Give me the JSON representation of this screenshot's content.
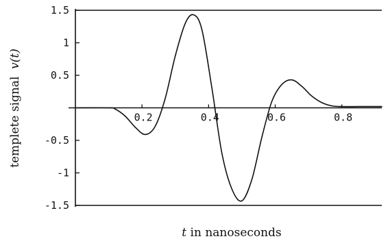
{
  "chart_data": {
    "type": "line",
    "title": "",
    "xlabel_prefix": "t",
    "xlabel_suffix": " in nanoseconds",
    "ylabel_prefix": "templete signal  ",
    "ylabel_math": "v(t)",
    "xlim": [
      0.0,
      0.92
    ],
    "ylim": [
      -1.5,
      1.5
    ],
    "xticks": [
      {
        "value": 0.2,
        "label": "0.2"
      },
      {
        "value": 0.4,
        "label": "0.4"
      },
      {
        "value": 0.6,
        "label": "0.6"
      },
      {
        "value": 0.8,
        "label": "0.8"
      }
    ],
    "yticks": [
      {
        "value": 1.5,
        "label": "1.5"
      },
      {
        "value": 1.0,
        "label": "1"
      },
      {
        "value": 0.5,
        "label": "0.5"
      },
      {
        "value": -0.5,
        "label": "-0.5"
      },
      {
        "value": -1.0,
        "label": "-1"
      },
      {
        "value": -1.5,
        "label": "-1.5"
      }
    ],
    "grid": false,
    "series": [
      {
        "color": "#111111",
        "x": [
          0.0,
          0.1,
          0.12,
          0.15,
          0.18,
          0.21,
          0.24,
          0.27,
          0.3,
          0.33,
          0.355,
          0.38,
          0.41,
          0.44,
          0.47,
          0.5,
          0.53,
          0.56,
          0.59,
          0.62,
          0.65,
          0.68,
          0.71,
          0.74,
          0.77,
          0.8,
          0.85,
          0.92
        ],
        "y": [
          0.0,
          0.0,
          -0.02,
          -0.13,
          -0.3,
          -0.41,
          -0.28,
          0.15,
          0.8,
          1.3,
          1.43,
          1.2,
          0.3,
          -0.7,
          -1.25,
          -1.43,
          -1.1,
          -0.45,
          0.1,
          0.36,
          0.43,
          0.33,
          0.18,
          0.08,
          0.03,
          0.02,
          0.02,
          0.02
        ]
      }
    ]
  }
}
